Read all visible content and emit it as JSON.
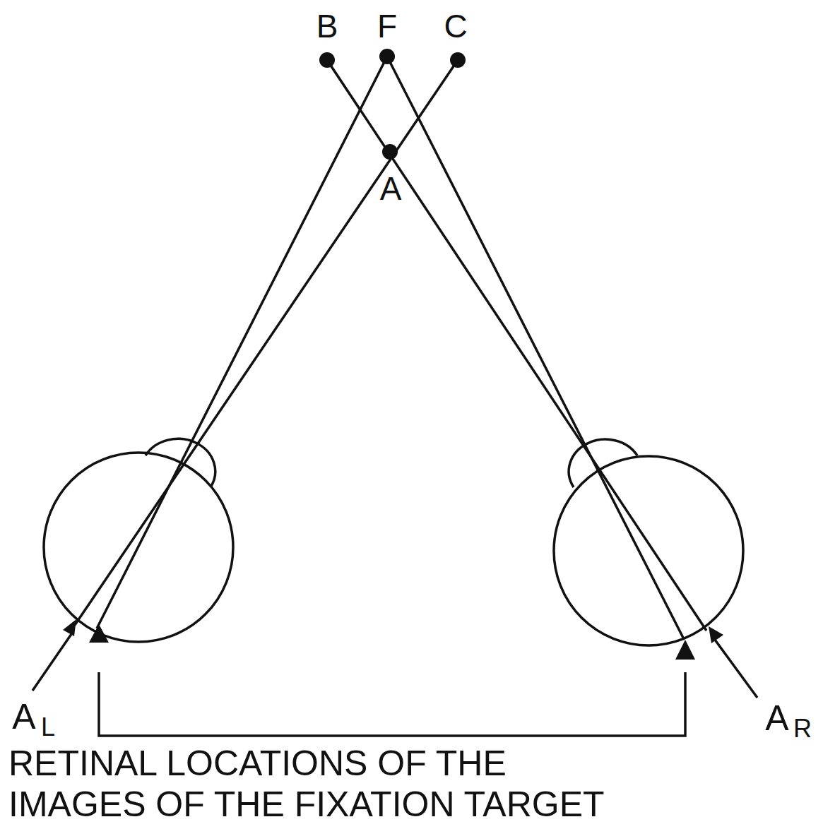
{
  "diagram": {
    "labels": [
      "B",
      "F",
      "C",
      "A",
      "A",
      "L",
      "A",
      "R",
      "RETINAL LOCATIONS OF THE IMAGES OF THE FIXATION TARGET"
    ]
  }
}
